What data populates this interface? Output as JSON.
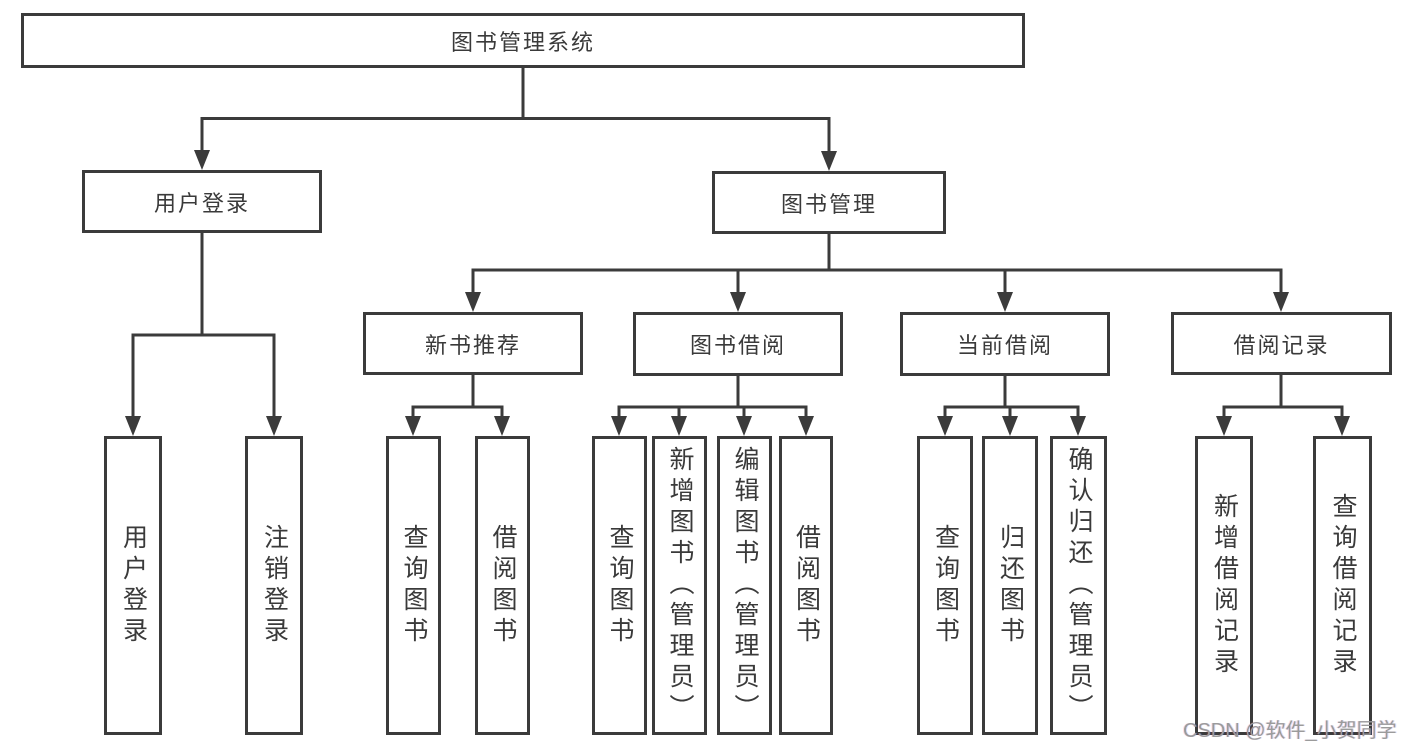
{
  "colors": {
    "line": "#3b3b3b",
    "text": "#3a3a3a",
    "watermark": "#9b9b9b",
    "bg": "#ffffff"
  },
  "watermark": {
    "text": "CSDN @软件_小贺同学"
  },
  "diagram": {
    "root": {
      "label": "图书管理系统"
    },
    "branches": [
      {
        "label": "用户登录",
        "children": [
          {
            "label": "用户登录"
          },
          {
            "label": "注销登录"
          }
        ]
      },
      {
        "label": "图书管理",
        "children": [
          {
            "label": "新书推荐",
            "children": [
              {
                "label": "查询图书"
              },
              {
                "label": "借阅图书"
              }
            ]
          },
          {
            "label": "图书借阅",
            "children": [
              {
                "label": "查询图书"
              },
              {
                "label": "新增图书（管理员）"
              },
              {
                "label": "编辑图书（管理员）"
              },
              {
                "label": "借阅图书"
              }
            ]
          },
          {
            "label": "当前借阅",
            "children": [
              {
                "label": "查询图书"
              },
              {
                "label": "归还图书"
              },
              {
                "label": "确认归还（管理员）"
              }
            ]
          },
          {
            "label": "借阅记录",
            "children": [
              {
                "label": "新增借阅记录"
              },
              {
                "label": "查询借阅记录"
              }
            ]
          }
        ]
      }
    ]
  }
}
